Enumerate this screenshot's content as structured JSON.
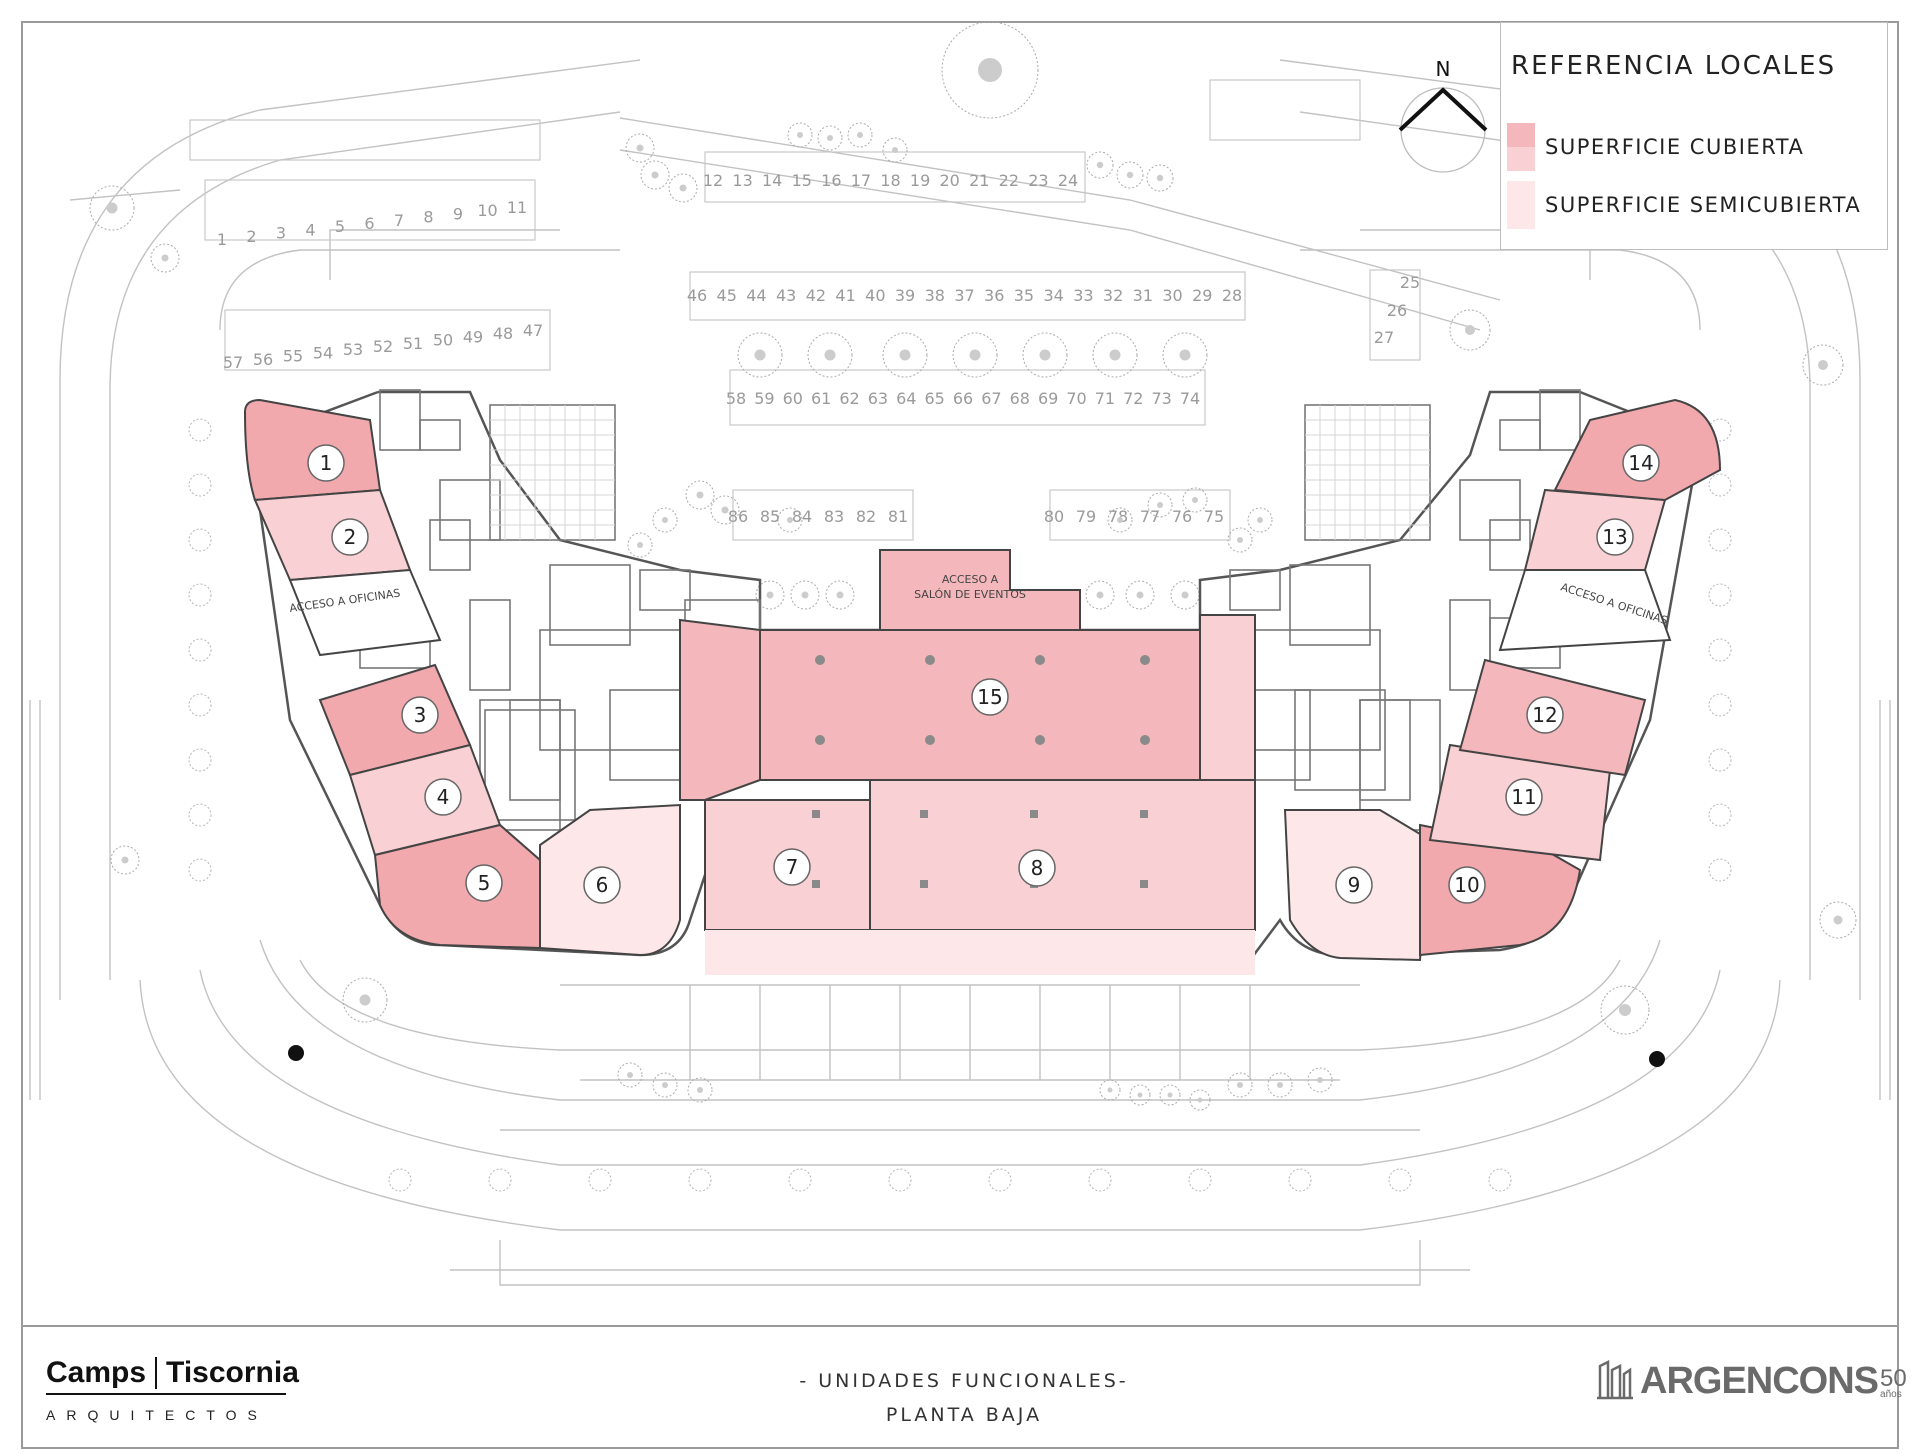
{
  "legend": {
    "title": "REFERENCIA LOCALES",
    "items": [
      {
        "label": "SUPERFICIE CUBIERTA",
        "color": "#f4b8bc"
      },
      {
        "label": "SUPERFICIE SEMICUBIERTA",
        "color": "#fde7e8"
      }
    ]
  },
  "north_label": "N",
  "units": [
    "1",
    "2",
    "3",
    "4",
    "5",
    "6",
    "7",
    "8",
    "9",
    "10",
    "11",
    "12",
    "13",
    "14",
    "15"
  ],
  "access_labels": {
    "offices": "ACCESO A OFICINAS",
    "events_l1": "ACCESO A",
    "events_l2": "SALÓN DE EVENTOS"
  },
  "parking": {
    "row_a": [
      "12",
      "13",
      "14",
      "15",
      "16",
      "17",
      "18",
      "19",
      "20",
      "21",
      "22",
      "23",
      "24"
    ],
    "row_b": [
      "1",
      "2",
      "3",
      "4",
      "5",
      "6",
      "7",
      "8",
      "9",
      "10",
      "11"
    ],
    "row_c": [
      "46",
      "45",
      "44",
      "43",
      "42",
      "41",
      "40",
      "39",
      "38",
      "37",
      "36",
      "35",
      "34",
      "33",
      "32",
      "31",
      "30",
      "29",
      "28"
    ],
    "row_d": [
      "57",
      "56",
      "55",
      "54",
      "53",
      "52",
      "51",
      "50",
      "49",
      "48",
      "47"
    ],
    "row_e": [
      "58",
      "59",
      "60",
      "61",
      "62",
      "63",
      "64",
      "65",
      "66",
      "67",
      "68",
      "69",
      "70",
      "71",
      "72",
      "73",
      "74"
    ],
    "row_f": [
      "86",
      "85",
      "84",
      "83",
      "82",
      "81"
    ],
    "row_g": [
      "80",
      "79",
      "78",
      "77",
      "76",
      "75"
    ],
    "row_h": [
      "25",
      "26",
      "27"
    ]
  },
  "colors": {
    "cubierta": "#f4b8bc",
    "cubierta_strong": "#f1a9ae",
    "semicubierta": "#fde7e8",
    "line": "#b9b9b9"
  },
  "footer": {
    "brand_a_1": "Camps",
    "brand_a_2": "Tiscornia",
    "brand_a_sub": "ARQUITECTOS",
    "title_1": "- UNIDADES FUNCIONALES-",
    "title_2": "PLANTA BAJA",
    "brand_b": "ARGENCONS",
    "brand_b_num": "50",
    "brand_b_sub": "años"
  }
}
